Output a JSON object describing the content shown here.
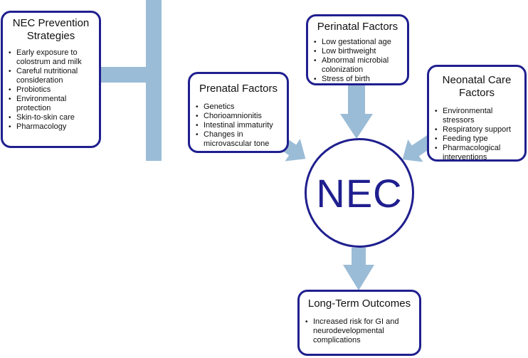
{
  "prevention": {
    "title": "NEC Prevention Strategies",
    "items": [
      "Early exposure to colostrum and milk",
      "Careful nutritional consideration",
      "Probiotics",
      "Environmental protection",
      "Skin-to-skin care",
      "Pharmacology"
    ]
  },
  "prenatal": {
    "title": "Prenatal Factors",
    "items": [
      "Genetics",
      "Chorioamnionitis",
      "Intestinal immaturity",
      "Changes in microvascular tone"
    ]
  },
  "perinatal": {
    "title": "Perinatal Factors",
    "items": [
      "Low gestational age",
      "Low birthweight",
      "Abnormal microbial colonization",
      "Stress of birth"
    ]
  },
  "neonatal": {
    "title": "Neonatal Care Factors",
    "items": [
      "Environmental stressors",
      "Respiratory support",
      "Feeding type",
      "Pharmacological interventions"
    ]
  },
  "center": {
    "label": "NEC"
  },
  "outcomes": {
    "title": "Long-Term Outcomes",
    "items": [
      "Increased risk for GI and neurodevelopmental complications"
    ]
  },
  "colors": {
    "border": "#1f1f8f",
    "arrow": "#9bbcd6",
    "center_text": "#1f1f8f"
  }
}
